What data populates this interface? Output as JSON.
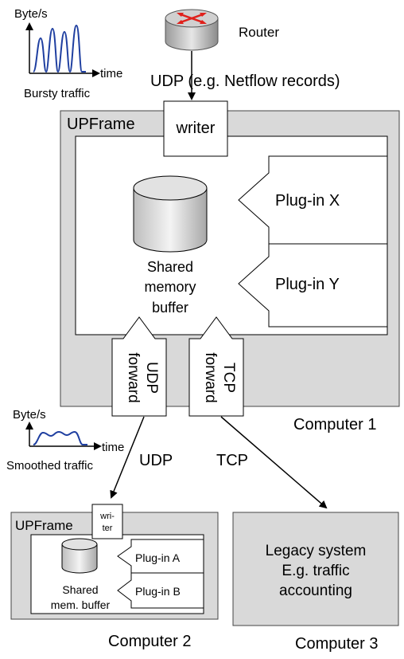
{
  "router": {
    "label": "Router"
  },
  "bursty_chart": {
    "ylabel": "Byte/s",
    "xlabel": "time",
    "caption": "Bursty traffic"
  },
  "smoothed_chart": {
    "ylabel": "Byte/s",
    "xlabel": "time",
    "caption": "Smoothed traffic"
  },
  "udp_input_label": "UDP (e.g. Netflow records)",
  "computer1": {
    "label": "Computer 1",
    "upframe_label": "UPFrame",
    "writer_label": "writer",
    "buffer_label_lines": [
      "Shared",
      "memory",
      "buffer"
    ],
    "plugins": [
      "Plug-in X",
      "Plug-in Y"
    ],
    "udp_forward_lines": [
      "UDP",
      "forward"
    ],
    "tcp_forward_lines": [
      "TCP",
      "forward"
    ]
  },
  "link_udp_label": "UDP",
  "link_tcp_label": "TCP",
  "computer2": {
    "label": "Computer 2",
    "upframe_label": "UPFrame",
    "writer_lines": [
      "wri-",
      "ter"
    ],
    "buffer_label_lines": [
      "Shared",
      "mem. buffer"
    ],
    "plugins": [
      "Plug-in A",
      "Plug-in B"
    ]
  },
  "computer3": {
    "label": "Computer 3",
    "system_lines": [
      "Legacy system",
      "E.g. traffic",
      "accounting"
    ]
  },
  "colors": {
    "computer_fill": "#d9d9d9",
    "router_arrows": "#e0201b",
    "line": "#000000"
  }
}
